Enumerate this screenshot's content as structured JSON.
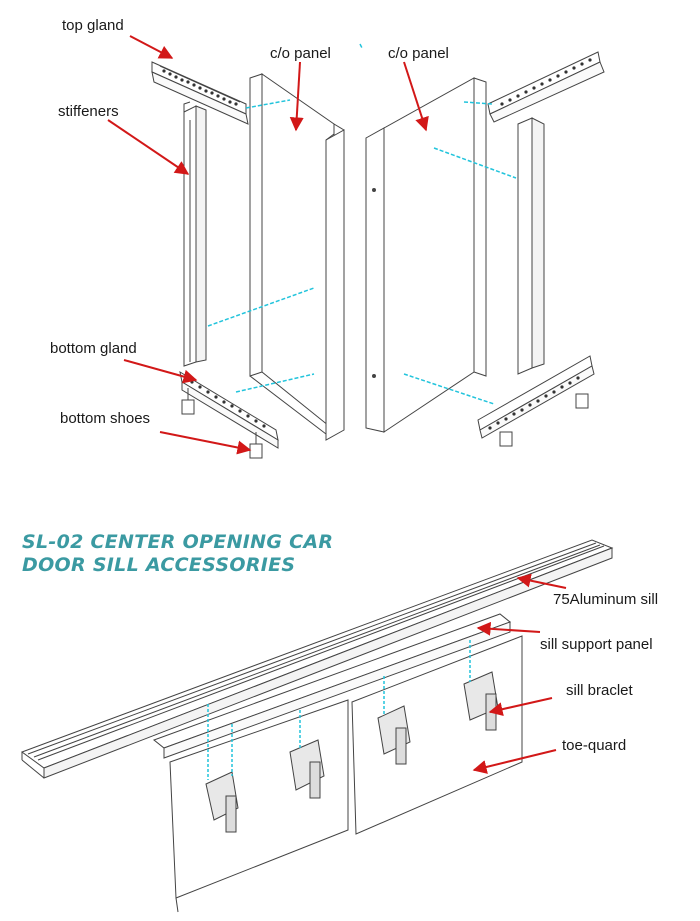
{
  "top_labels": {
    "top_gland": "top gland",
    "co_panel_left": "c/o panel",
    "co_panel_right": "c/o panel",
    "stiffeners": "stiffeners",
    "bottom_gland": "bottom gland",
    "bottom_shoes": "bottom shoes"
  },
  "title": {
    "line1": "SL-02 CENTER OPENING CAR",
    "line2": "DOOR SILL ACCESSORIES"
  },
  "bottom_labels": {
    "aluminum_sill": "75Aluminum sill",
    "sill_support_panel": "sill support panel",
    "sill_braclet": "sill braclet",
    "toe_guard": "toe-quard"
  },
  "colors": {
    "arrow": "#d21818",
    "dimension": "#22c4dc",
    "title": "#3b9aa2",
    "line": "#444444"
  }
}
